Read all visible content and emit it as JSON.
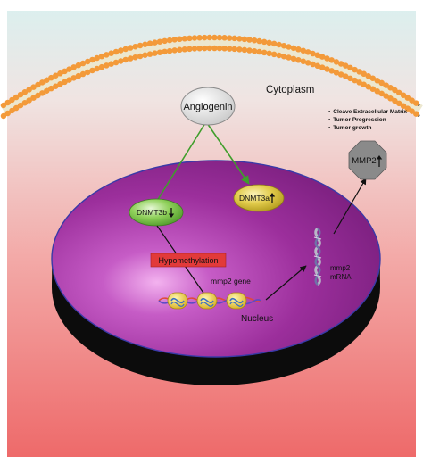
{
  "labels": {
    "cytoplasm": "Cytoplasm",
    "angiogenin": "Angiogenin",
    "dnmt3b": "DNMT3b",
    "dnmt3a": "DNMT3a",
    "hypomethylation": "Hypomethylation",
    "mmp2_gene": "mmp2 gene",
    "nucleus": "Nucleus",
    "mmp2_mrna_line1": "mmp2",
    "mmp2_mrna_line2": "mRNA",
    "mmp2_protein": "MMP2"
  },
  "mmp2_effects": [
    "Cleave Extracellular Matrix",
    "Tumor Progression",
    "Tumor growth"
  ],
  "regulation": {
    "dnmt3b": "down",
    "dnmt3a": "up",
    "mmp2": "up"
  },
  "colors": {
    "background_top": "#dcefee",
    "background_bottom": "#ee6a6a",
    "nucleus": "#922a93",
    "nucleus_rim": "#111111",
    "angiogenin_bubble": "#e6e6e6",
    "dnmt3b_bubble": "#7cc24a",
    "dnmt3a_bubble": "#d9c43c",
    "hypomethylation_box": "#e23a3a",
    "pathway_line": "#3f9e2b",
    "mmp2_octagon": "#8a8a8a"
  }
}
